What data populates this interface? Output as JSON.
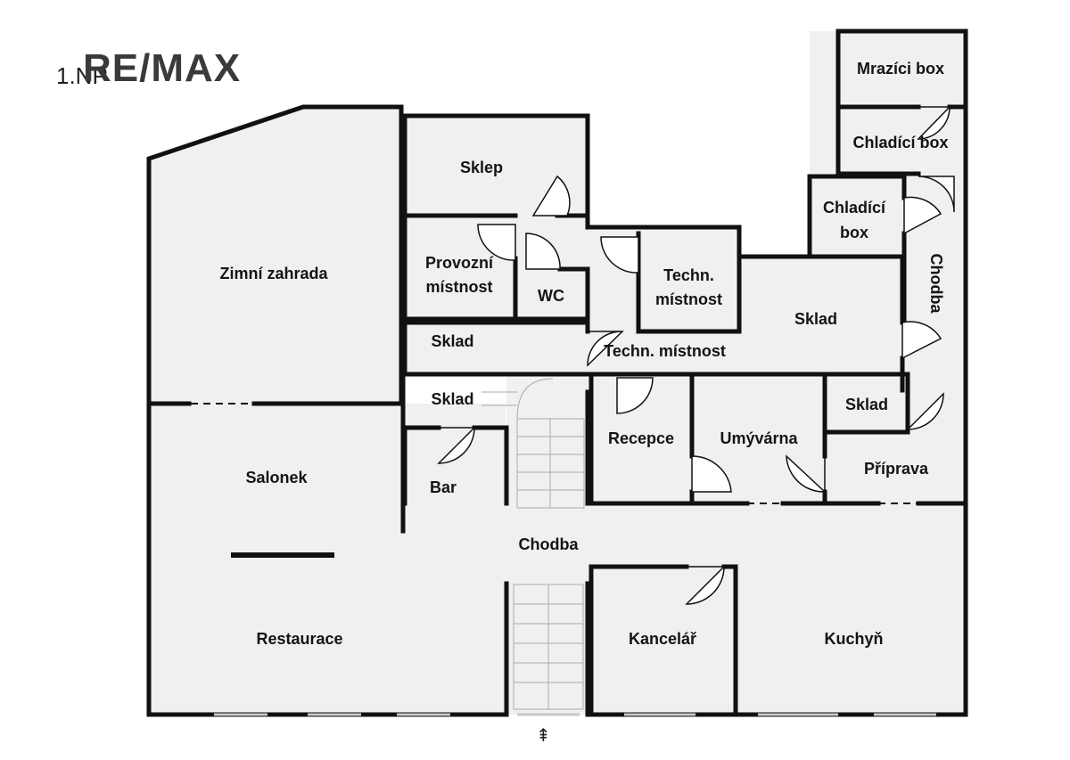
{
  "floor_label": "1.NP",
  "brand": "RE/MAX",
  "entrance_icon": "entrance-arrow-icon",
  "rooms": {
    "mrazici_box": "Mrazíci box",
    "chladici_box_top": "Chladící box",
    "chladici_box_left_1": "Chladící",
    "chladici_box_left_2": "box",
    "chodba_right": "Chodba",
    "sklep": "Sklep",
    "zimni_zahrada": "Zimní zahrada",
    "provozni_1": "Provozní",
    "provozni_2": "místnost",
    "wc": "WC",
    "techn_1": "Techn.",
    "techn_2": "místnost",
    "sklad_right": "Sklad",
    "sklad_mid": "Sklad",
    "techn_mistnost_wide": "Techn. místnost",
    "sklad_small": "Sklad",
    "sklad_stairs": "Sklad",
    "recepce": "Recepce",
    "umyvarna": "Umývárna",
    "priprava": "Příprava",
    "salonek": "Salonek",
    "bar": "Bar",
    "chodba_center": "Chodba",
    "restaurace": "Restaurace",
    "kancelar": "Kancelář",
    "kuchyn": "Kuchyň"
  },
  "colors": {
    "wall": "#111111",
    "floor": "#f0f0f0",
    "window": "#c8c8c8",
    "text": "#141414"
  }
}
